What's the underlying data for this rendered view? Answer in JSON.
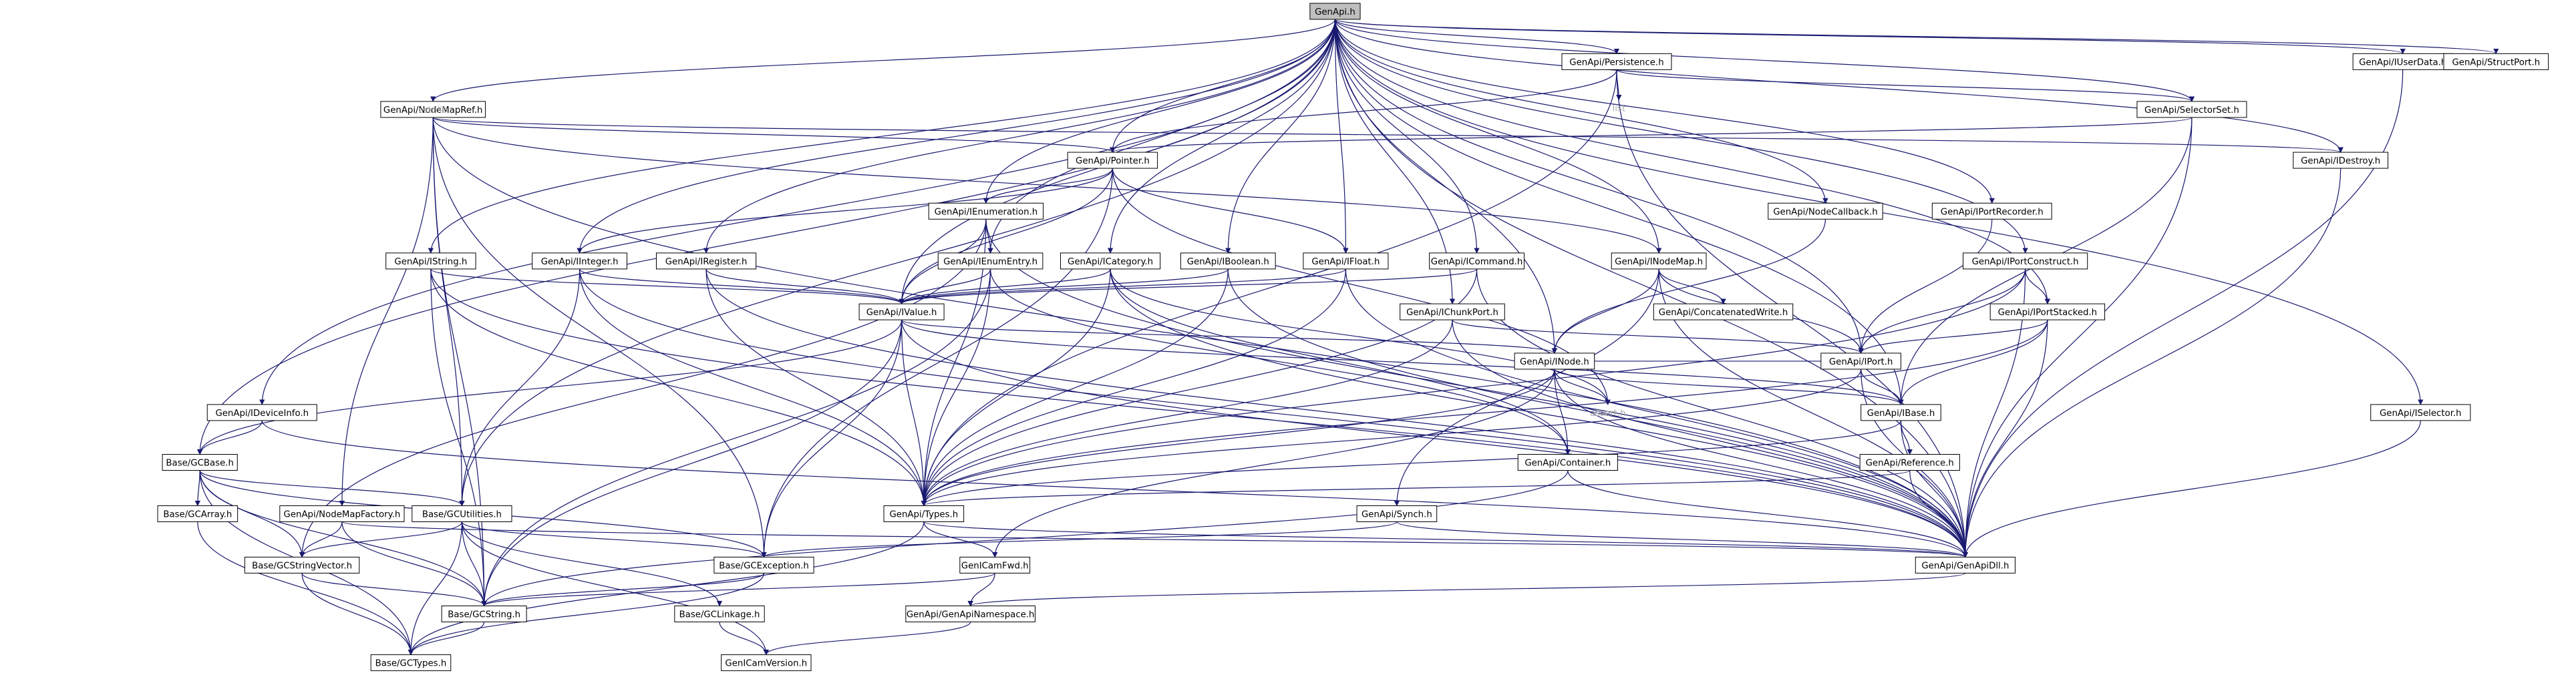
{
  "colors": {
    "edge": "#191970",
    "node_fill": "#ffffff",
    "root_fill": "#bfbfbf",
    "node_text": "#000000",
    "red_border": "#ff0000",
    "black_border": "#000000",
    "plain_text": "#a9a9a9"
  },
  "nodes": [
    {
      "id": "genapi_h",
      "label": "GenApi.h",
      "style": "root"
    },
    {
      "id": "persistence",
      "label": "GenApi/Persistence.h",
      "style": "red"
    },
    {
      "id": "list",
      "label": "list",
      "style": "plain"
    },
    {
      "id": "iuserdata",
      "label": "GenApi/IUserData.h",
      "style": "normal"
    },
    {
      "id": "istructport",
      "label": "GenApi/StructPort.h",
      "style": "red"
    },
    {
      "id": "nodemapref",
      "label": "GenApi/NodeMapRef.h",
      "style": "normal"
    },
    {
      "id": "cstdlib",
      "label": "cstdlib",
      "style": "plain"
    },
    {
      "id": "selectorset",
      "label": "GenApi/SelectorSet.h",
      "style": "red"
    },
    {
      "id": "pointer",
      "label": "GenApi/Pointer.h",
      "style": "normal"
    },
    {
      "id": "idestroy",
      "label": "GenApi/IDestroy.h",
      "style": "normal"
    },
    {
      "id": "ienumeration",
      "label": "GenApi/IEnumeration.h",
      "style": "normal"
    },
    {
      "id": "nodecallback",
      "label": "GenApi/NodeCallback.h",
      "style": "normal"
    },
    {
      "id": "iportrecorder",
      "label": "GenApi/IPortRecorder.h",
      "style": "normal"
    },
    {
      "id": "istring",
      "label": "GenApi/IString.h",
      "style": "normal"
    },
    {
      "id": "iinteger",
      "label": "GenApi/IInteger.h",
      "style": "normal"
    },
    {
      "id": "iregister",
      "label": "GenApi/IRegister.h",
      "style": "normal"
    },
    {
      "id": "ienumentry",
      "label": "GenApi/IEnumEntry.h",
      "style": "normal"
    },
    {
      "id": "icategory",
      "label": "GenApi/ICategory.h",
      "style": "normal"
    },
    {
      "id": "iboolean",
      "label": "GenApi/IBoolean.h",
      "style": "normal"
    },
    {
      "id": "ifloat",
      "label": "GenApi/IFloat.h",
      "style": "normal"
    },
    {
      "id": "icommand",
      "label": "GenApi/ICommand.h",
      "style": "normal"
    },
    {
      "id": "inodemap",
      "label": "GenApi/INodeMap.h",
      "style": "normal"
    },
    {
      "id": "iportconstruct",
      "label": "GenApi/IPortConstruct.h",
      "style": "normal"
    },
    {
      "id": "ivalue",
      "label": "GenApi/IValue.h",
      "style": "normal"
    },
    {
      "id": "ichunkport",
      "label": "GenApi/IChunkPort.h",
      "style": "normal"
    },
    {
      "id": "concatwrite",
      "label": "GenApi/ConcatenatedWrite.h",
      "style": "normal"
    },
    {
      "id": "iportstacked",
      "label": "GenApi/IPortStacked.h",
      "style": "normal"
    },
    {
      "id": "iport",
      "label": "GenApi/IPort.h",
      "style": "normal"
    },
    {
      "id": "inode",
      "label": "GenApi/INode.h",
      "style": "normal"
    },
    {
      "id": "ideviceinfo",
      "label": "GenApi/IDeviceInfo.h",
      "style": "normal"
    },
    {
      "id": "assert",
      "label": "assert.h",
      "style": "plain"
    },
    {
      "id": "ibase",
      "label": "GenApi/IBase.h",
      "style": "normal"
    },
    {
      "id": "iselector",
      "label": "GenApi/ISelector.h",
      "style": "normal"
    },
    {
      "id": "gcbase",
      "label": "Base/GCBase.h",
      "style": "normal"
    },
    {
      "id": "container",
      "label": "GenApi/Container.h",
      "style": "red"
    },
    {
      "id": "reference",
      "label": "GenApi/Reference.h",
      "style": "normal"
    },
    {
      "id": "gcarray",
      "label": "Base/GCArray.h",
      "style": "normal"
    },
    {
      "id": "nodemapfactory",
      "label": "GenApi/NodeMapFactory.h",
      "style": "red"
    },
    {
      "id": "gcutilities",
      "label": "Base/GCUtilities.h",
      "style": "normal"
    },
    {
      "id": "types",
      "label": "GenApi/Types.h",
      "style": "red"
    },
    {
      "id": "synch",
      "label": "GenApi/Synch.h",
      "style": "normal"
    },
    {
      "id": "gcstringvector",
      "label": "Base/GCStringVector.h",
      "style": "normal"
    },
    {
      "id": "gcexception",
      "label": "Base/GCException.h",
      "style": "red"
    },
    {
      "id": "gencamfwd",
      "label": "GenICamFwd.h",
      "style": "red"
    },
    {
      "id": "genapidll",
      "label": "GenApi/GenApiDll.h",
      "style": "normal"
    },
    {
      "id": "gcstring",
      "label": "Base/GCString.h",
      "style": "red"
    },
    {
      "id": "gclinkage",
      "label": "Base/GCLinkage.h",
      "style": "normal"
    },
    {
      "id": "genapinamespace",
      "label": "GenApi/GenApiNamespace.h",
      "style": "normal"
    },
    {
      "id": "gctypes",
      "label": "Base/GCTypes.h",
      "style": "red"
    },
    {
      "id": "gencamversion",
      "label": "GenICamVersion.h",
      "style": "red"
    }
  ],
  "edges": [
    [
      "genapi_h",
      "persistence"
    ],
    [
      "genapi_h",
      "iuserdata"
    ],
    [
      "genapi_h",
      "istructport"
    ],
    [
      "genapi_h",
      "nodemapref"
    ],
    [
      "genapi_h",
      "selectorset"
    ],
    [
      "genapi_h",
      "pointer"
    ],
    [
      "genapi_h",
      "idestroy"
    ],
    [
      "genapi_h",
      "ienumeration"
    ],
    [
      "genapi_h",
      "nodecallback"
    ],
    [
      "genapi_h",
      "iportrecorder"
    ],
    [
      "genapi_h",
      "istring"
    ],
    [
      "genapi_h",
      "iinteger"
    ],
    [
      "genapi_h",
      "iregister"
    ],
    [
      "genapi_h",
      "ienumentry"
    ],
    [
      "genapi_h",
      "icategory"
    ],
    [
      "genapi_h",
      "iboolean"
    ],
    [
      "genapi_h",
      "ifloat"
    ],
    [
      "genapi_h",
      "icommand"
    ],
    [
      "genapi_h",
      "inodemap"
    ],
    [
      "genapi_h",
      "iportconstruct"
    ],
    [
      "genapi_h",
      "ivalue"
    ],
    [
      "genapi_h",
      "ichunkport"
    ],
    [
      "genapi_h",
      "iportstacked"
    ],
    [
      "genapi_h",
      "iport"
    ],
    [
      "genapi_h",
      "inode"
    ],
    [
      "genapi_h",
      "ideviceinfo"
    ],
    [
      "genapi_h",
      "ibase"
    ],
    [
      "genapi_h",
      "iselector"
    ],
    [
      "genapi_h",
      "gcbase"
    ],
    [
      "genapi_h",
      "gcutilities"
    ],
    [
      "genapi_h",
      "genapidll"
    ],
    [
      "persistence",
      "list"
    ],
    [
      "persistence",
      "pointer"
    ],
    [
      "persistence",
      "selectorset"
    ],
    [
      "persistence",
      "types"
    ],
    [
      "persistence",
      "genapidll"
    ],
    [
      "iuserdata",
      "genapidll"
    ],
    [
      "nodemapref",
      "cstdlib"
    ],
    [
      "nodemapref",
      "pointer"
    ],
    [
      "nodemapref",
      "idestroy"
    ],
    [
      "nodemapref",
      "inodemap"
    ],
    [
      "nodemapref",
      "gcstring"
    ],
    [
      "nodemapref",
      "gcexception"
    ],
    [
      "nodemapref",
      "nodemapfactory"
    ],
    [
      "nodemapref",
      "gcutilities"
    ],
    [
      "nodemapref",
      "genapidll"
    ],
    [
      "selectorset",
      "pointer"
    ],
    [
      "selectorset",
      "ibase"
    ],
    [
      "selectorset",
      "genapidll"
    ],
    [
      "pointer",
      "ienumeration"
    ],
    [
      "pointer",
      "iinteger"
    ],
    [
      "pointer",
      "ivalue"
    ],
    [
      "pointer",
      "ifloat"
    ],
    [
      "pointer",
      "assert"
    ],
    [
      "pointer",
      "gcexception"
    ],
    [
      "idestroy",
      "genapidll"
    ],
    [
      "ienumeration",
      "ivalue"
    ],
    [
      "ienumeration",
      "ienumentry"
    ],
    [
      "ienumeration",
      "types"
    ],
    [
      "ienumeration",
      "gcstringvector"
    ],
    [
      "ienumeration",
      "genapidll"
    ],
    [
      "nodecallback",
      "inode"
    ],
    [
      "iportrecorder",
      "iport"
    ],
    [
      "istring",
      "ivalue"
    ],
    [
      "istring",
      "gcstring"
    ],
    [
      "istring",
      "types"
    ],
    [
      "istring",
      "genapidll"
    ],
    [
      "iinteger",
      "ivalue"
    ],
    [
      "iinteger",
      "types"
    ],
    [
      "iinteger",
      "gcutilities"
    ],
    [
      "iinteger",
      "genapidll"
    ],
    [
      "iregister",
      "ivalue"
    ],
    [
      "iregister",
      "types"
    ],
    [
      "iregister",
      "genapidll"
    ],
    [
      "ienumentry",
      "ivalue"
    ],
    [
      "ienumentry",
      "gcstring"
    ],
    [
      "ienumentry",
      "types"
    ],
    [
      "ienumentry",
      "container"
    ],
    [
      "icategory",
      "ivalue"
    ],
    [
      "icategory",
      "types"
    ],
    [
      "icategory",
      "assert"
    ],
    [
      "icategory",
      "genapidll"
    ],
    [
      "icategory",
      "container"
    ],
    [
      "iboolean",
      "ivalue"
    ],
    [
      "iboolean",
      "types"
    ],
    [
      "iboolean",
      "genapidll"
    ],
    [
      "ifloat",
      "ivalue"
    ],
    [
      "ifloat",
      "types"
    ],
    [
      "ifloat",
      "genapidll"
    ],
    [
      "icommand",
      "ivalue"
    ],
    [
      "icommand",
      "types"
    ],
    [
      "icommand",
      "genapidll"
    ],
    [
      "inodemap",
      "inode"
    ],
    [
      "inodemap",
      "concatwrite"
    ],
    [
      "inodemap",
      "iport"
    ],
    [
      "inodemap",
      "synch"
    ],
    [
      "inodemap",
      "genapidll"
    ],
    [
      "iportconstruct",
      "iport"
    ],
    [
      "iportconstruct",
      "iportstacked"
    ],
    [
      "iportconstruct",
      "types"
    ],
    [
      "iportconstruct",
      "genapidll"
    ],
    [
      "ivalue",
      "inode"
    ],
    [
      "ivalue",
      "gcbase"
    ],
    [
      "ivalue",
      "gcstring"
    ],
    [
      "ivalue",
      "types"
    ],
    [
      "ivalue",
      "gcexception"
    ],
    [
      "ivalue",
      "genapidll"
    ],
    [
      "ivalue",
      "ibase"
    ],
    [
      "ichunkport",
      "iport"
    ],
    [
      "ichunkport",
      "types"
    ],
    [
      "ichunkport",
      "genapidll"
    ],
    [
      "iportstacked",
      "iport"
    ],
    [
      "iportstacked",
      "ibase"
    ],
    [
      "iportstacked",
      "types"
    ],
    [
      "iportstacked",
      "genapidll"
    ],
    [
      "iport",
      "ibase"
    ],
    [
      "iport",
      "types"
    ],
    [
      "iport",
      "genapidll"
    ],
    [
      "iport",
      "inode"
    ],
    [
      "inode",
      "assert"
    ],
    [
      "inode",
      "container"
    ],
    [
      "inode",
      "types"
    ],
    [
      "inode",
      "genapidll"
    ],
    [
      "inode",
      "ibase"
    ],
    [
      "inode",
      "gencamfwd"
    ],
    [
      "ideviceinfo",
      "gcbase"
    ],
    [
      "ideviceinfo",
      "genapidll"
    ],
    [
      "ibase",
      "reference"
    ],
    [
      "ibase",
      "types"
    ],
    [
      "ibase",
      "genapidll"
    ],
    [
      "iselector",
      "genapidll"
    ],
    [
      "gcbase",
      "gcarray"
    ],
    [
      "gcbase",
      "gcutilities"
    ],
    [
      "gcbase",
      "gcstringvector"
    ],
    [
      "gcbase",
      "gcstring"
    ],
    [
      "gcbase",
      "gcexception"
    ],
    [
      "gcbase",
      "gctypes"
    ],
    [
      "container",
      "gcstring"
    ],
    [
      "container",
      "genapidll"
    ],
    [
      "reference",
      "types"
    ],
    [
      "reference",
      "genapidll"
    ],
    [
      "gcarray",
      "gctypes"
    ],
    [
      "nodemapfactory",
      "gcstringvector"
    ],
    [
      "nodemapfactory",
      "gcstring"
    ],
    [
      "nodemapfactory",
      "genapidll"
    ],
    [
      "gcutilities",
      "gcstring"
    ],
    [
      "gcutilities",
      "gctypes"
    ],
    [
      "gcutilities",
      "gcstringvector"
    ],
    [
      "gcutilities",
      "gcexception"
    ],
    [
      "gcutilities",
      "gclinkage"
    ],
    [
      "gcutilities",
      "gencamversion"
    ],
    [
      "types",
      "gencamfwd"
    ],
    [
      "types",
      "gctypes"
    ],
    [
      "types",
      "genapidll"
    ],
    [
      "synch",
      "gcexception"
    ],
    [
      "synch",
      "genapidll"
    ],
    [
      "gcstringvector",
      "gcstring"
    ],
    [
      "gcstringvector",
      "gctypes"
    ],
    [
      "gcexception",
      "gcstring"
    ],
    [
      "gcexception",
      "gctypes"
    ],
    [
      "gencamfwd",
      "gcstring"
    ],
    [
      "gencamfwd",
      "genapinamespace"
    ],
    [
      "genapidll",
      "genapinamespace"
    ],
    [
      "gcstring",
      "gctypes"
    ],
    [
      "gclinkage",
      "gencamversion"
    ],
    [
      "genapinamespace",
      "gencamversion"
    ]
  ]
}
